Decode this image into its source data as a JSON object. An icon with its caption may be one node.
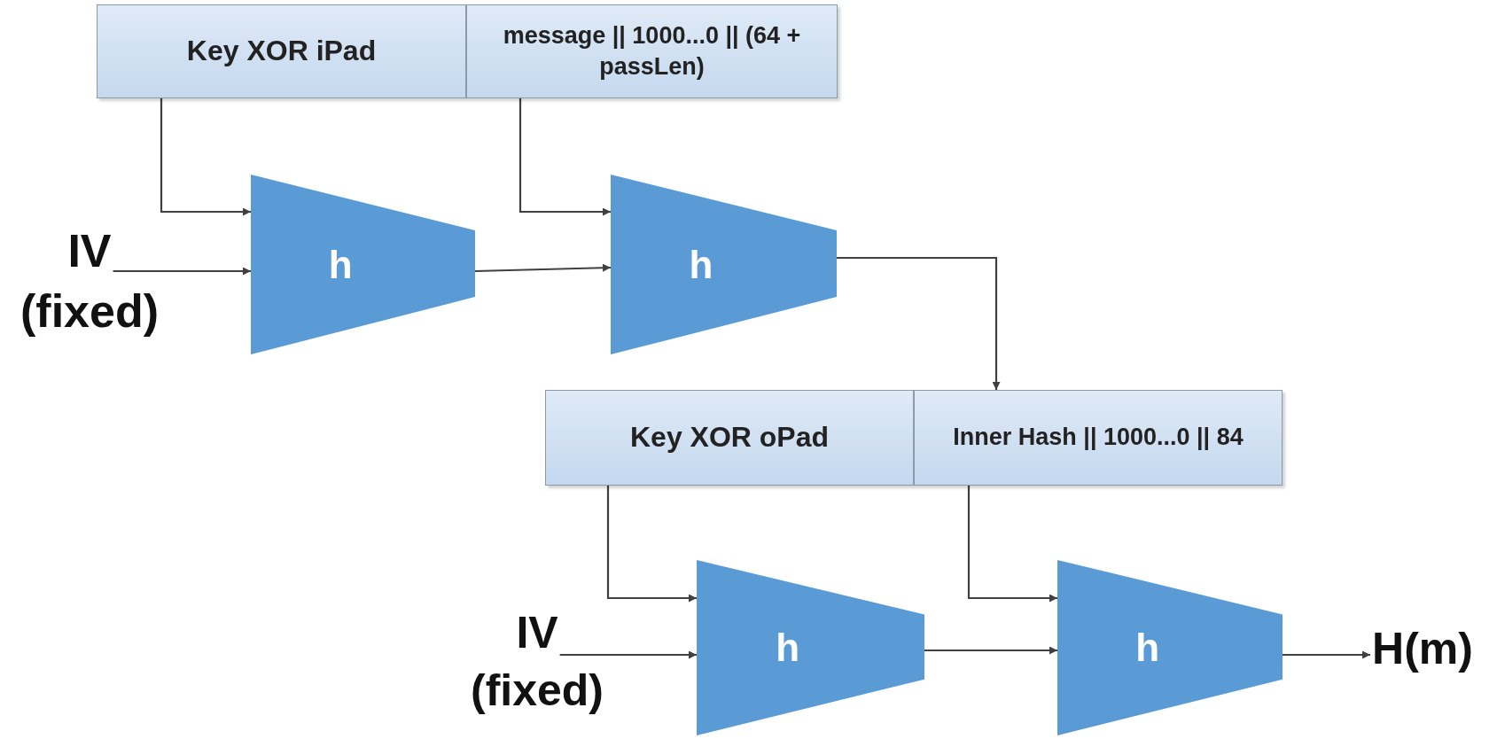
{
  "diagram": {
    "nodes": [
      {
        "text": [
          "Key XOR iPad"
        ]
      },
      {
        "text": [
          "message || 1000...0 || (64 + passLen)"
        ]
      },
      {
        "text": [
          "IV",
          "(fixed)"
        ]
      },
      {
        "text": [
          "h"
        ]
      },
      {
        "text": [
          "h"
        ]
      },
      {
        "text": [
          "Key XOR oPad"
        ]
      },
      {
        "text": [
          "Inner Hash || 1000...0 || 84"
        ]
      },
      {
        "text": [
          "IV",
          "(fixed)"
        ]
      },
      {
        "text": [
          "h"
        ]
      },
      {
        "text": [
          "h"
        ]
      },
      {
        "text": [
          "H(m)"
        ]
      }
    ],
    "edges": [
      {
        "from": 0,
        "to": 3,
        "arrow": "to"
      },
      {
        "from": 2,
        "to": 3,
        "arrow": "to"
      },
      {
        "from": 3,
        "to": 4,
        "arrow": "to"
      },
      {
        "from": 1,
        "to": 4,
        "arrow": "to"
      },
      {
        "from": 4,
        "to": 6,
        "arrow": "to"
      },
      {
        "from": 5,
        "to": 8,
        "arrow": "to"
      },
      {
        "from": 7,
        "to": 8,
        "arrow": "to"
      },
      {
        "from": 8,
        "to": 9,
        "arrow": "to"
      },
      {
        "from": 6,
        "to": 9,
        "arrow": "to"
      },
      {
        "from": 9,
        "to": 10,
        "arrow": "to"
      }
    ]
  }
}
